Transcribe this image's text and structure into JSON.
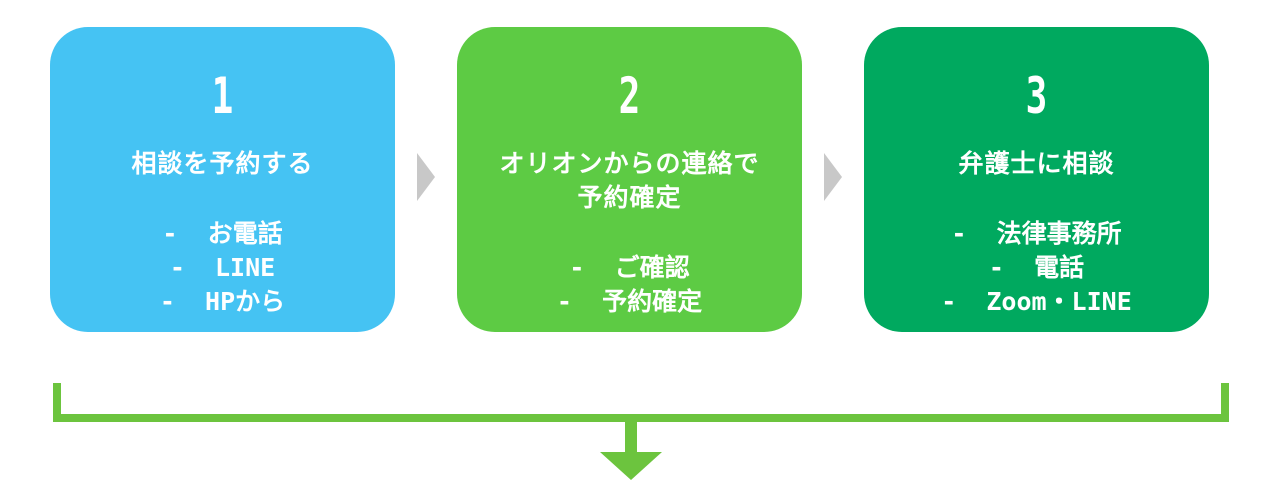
{
  "colors": {
    "step1": "#45c3f3",
    "step2": "#5dcb44",
    "step3": "#00a95f",
    "chevron": "#c8c8c8",
    "bracket": "#6cc43e"
  },
  "steps": [
    {
      "number": "1",
      "title": [
        "相談を予約する"
      ],
      "items": [
        "-  お電話",
        "-  LINE",
        "-  HPから"
      ]
    },
    {
      "number": "2",
      "title": [
        "オリオンからの連絡で",
        "予約確定"
      ],
      "items": [
        "-  ご確認",
        "-  予約確定"
      ]
    },
    {
      "number": "3",
      "title": [
        "弁護士に相談"
      ],
      "items": [
        "-  法律事務所",
        "-  電話",
        "-  Zoom・LINE"
      ]
    }
  ],
  "icons": {
    "step_separator": "chevron-right-icon",
    "flow_end": "arrow-down-icon"
  }
}
